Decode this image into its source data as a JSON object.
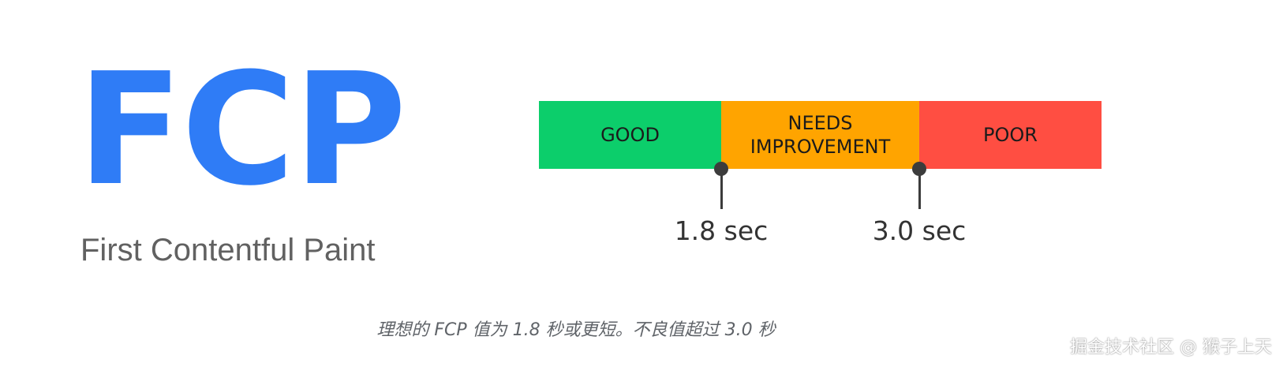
{
  "metric": {
    "acronym": "FCP",
    "full_name": "First Contentful Paint",
    "accent_color": "#2f7cf6"
  },
  "scale": {
    "segments": [
      {
        "label": "GOOD",
        "color": "#0cce6b"
      },
      {
        "label": "NEEDS\nIMPROVEMENT",
        "color": "#ffa400"
      },
      {
        "label": "POOR",
        "color": "#ff4e42"
      }
    ],
    "thresholds": [
      {
        "label": "1.8 sec"
      },
      {
        "label": "3.0 sec"
      }
    ]
  },
  "caption": "理想的 FCP 值为 1.8 秒或更短。不良值超过 3.0 秒",
  "watermark": "掘金技术社区 @ 猴子上天"
}
